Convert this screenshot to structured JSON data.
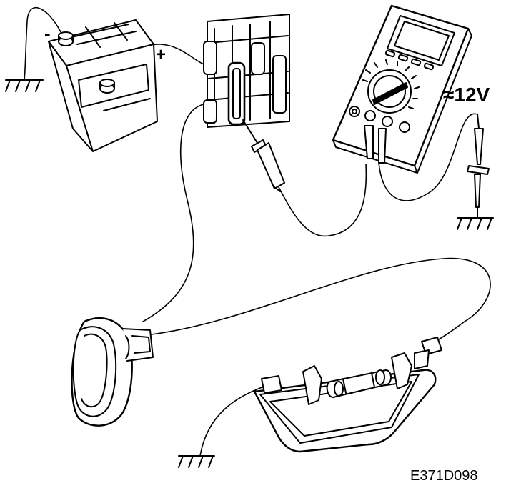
{
  "labels": {
    "negative": "-",
    "positive": "+",
    "voltage": "≈12V",
    "figure_code": "E371D098"
  },
  "components": {
    "battery": "battery",
    "fuse_box": "fuse-box",
    "multimeter": "multimeter",
    "switch": "rocker-switch",
    "lamp": "courtesy-lamp",
    "probe": "test-probe"
  }
}
